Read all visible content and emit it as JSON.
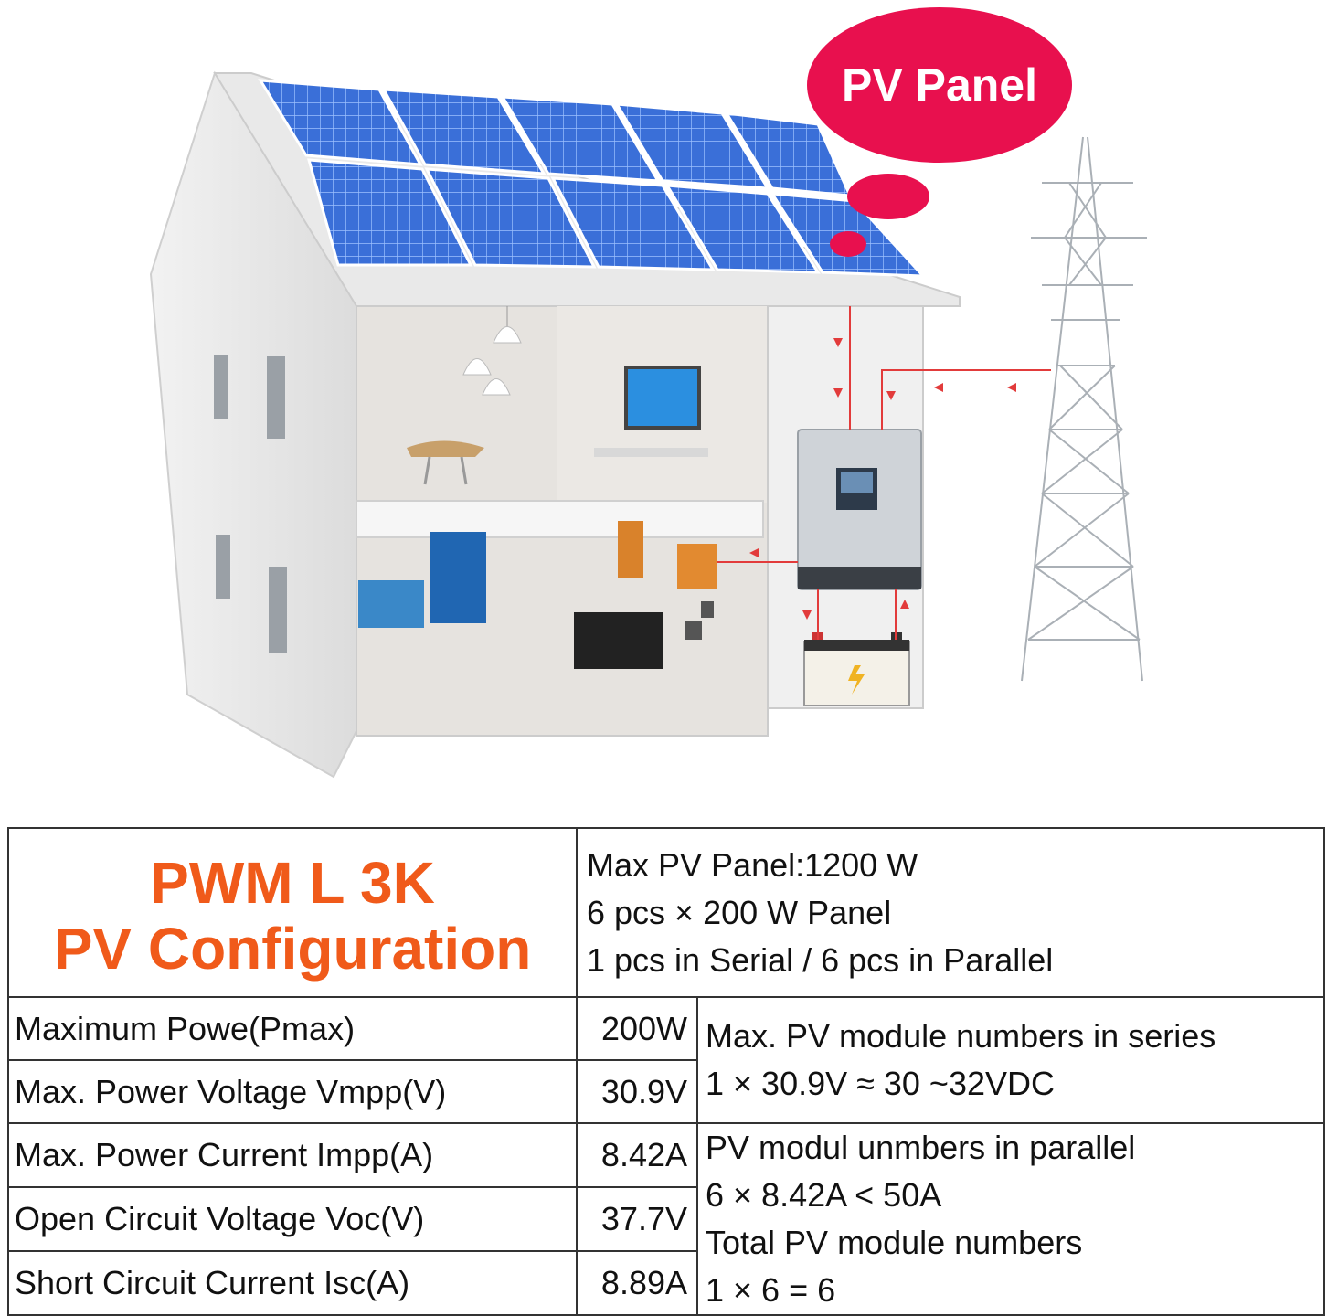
{
  "bubble": {
    "label": "PV Panel"
  },
  "table": {
    "title": [
      "PWM L 3K",
      "PV Configuration"
    ],
    "config_lines": [
      "Max PV Panel:1200 W",
      "6 pcs × 200 W Panel",
      "1 pcs in Serial / 6 pcs in Parallel"
    ],
    "rows": [
      {
        "param": "Maximum Powe(Pmax)",
        "value": "200W"
      },
      {
        "param": "Max. Power Voltage Vmpp(V)",
        "value": "30.9V"
      },
      {
        "param": "Max. Power Current Impp(A)",
        "value": "8.42A"
      },
      {
        "param": "Open Circuit Voltage Voc(V)",
        "value": "37.7V"
      },
      {
        "param": "Short Circuit Current Isc(A)",
        "value": "8.89A"
      }
    ],
    "series_note": [
      "Max. PV module numbers in series",
      "1 × 30.9V ≈ 30 ~32VDC"
    ],
    "parallel_note": [
      "PV modul unmbers in parallel",
      "6 × 8.42A < 50A",
      "Total PV module numbers",
      "1 × 6 = 6"
    ]
  },
  "colors": {
    "title_orange": "#f05a1a",
    "bubble_pink": "#e8104e",
    "panel_blue": "#3a6fd8",
    "wire_red": "#e23b3b"
  }
}
